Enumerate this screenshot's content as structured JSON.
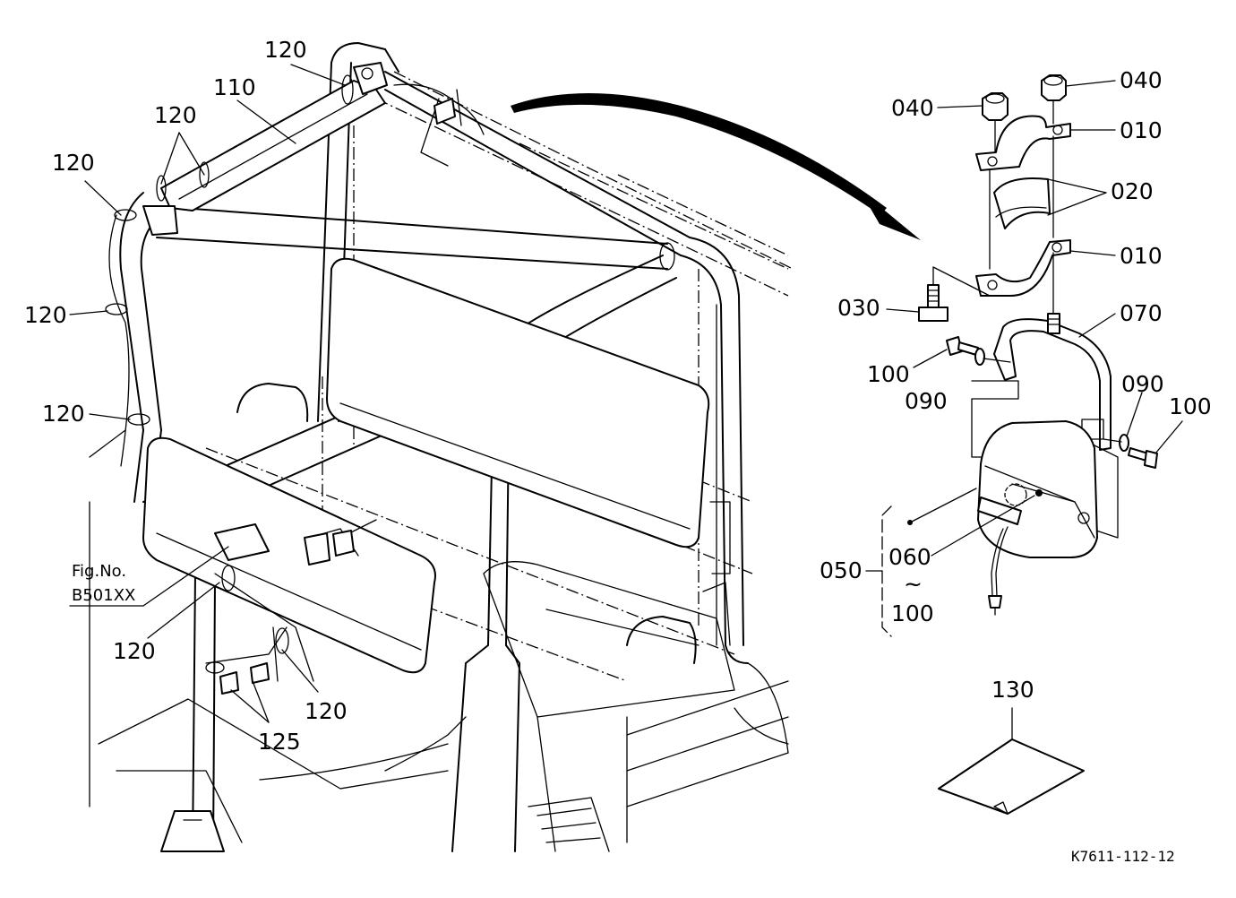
{
  "left_callouts": {
    "top_120": "120",
    "l110": "110",
    "pair_120": "120",
    "left_120_a": "120",
    "left_120_b": "120",
    "left_120_c": "120",
    "lower_120_a": "120",
    "lower_120_b": "120",
    "l125": "125"
  },
  "fig_ref": {
    "line1": "Fig.No.",
    "line2": "B501XX"
  },
  "right_callouts": {
    "c040_left": "040",
    "c040_right": "040",
    "c010_top": "010",
    "c020": "020",
    "c010_bottom": "010",
    "c030": "030",
    "c070": "070",
    "c100_left": "100",
    "c090_left": "090",
    "c090_right": "090",
    "c100_right": "100",
    "c050": "050",
    "c060": "060",
    "range_sep": "~",
    "c100_range": "100",
    "c130": "130"
  },
  "diagram_code": "K7611-112-12"
}
